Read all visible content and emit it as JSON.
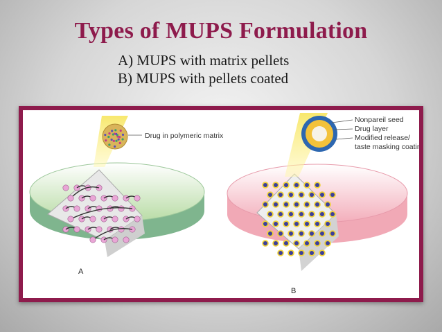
{
  "slide": {
    "title": "Types of MUPS Formulation",
    "subtitle_a": "A) MUPS with matrix pellets",
    "subtitle_b": "B) MUPS with pellets coated"
  },
  "diagram": {
    "panel_a": {
      "letter": "A",
      "callout": "Drug in polymeric matrix",
      "colors": {
        "disc_top": "#d6eac2",
        "disc_side": "#7fb58e",
        "pellet": "#e9a6d6",
        "matrix": "#333333"
      }
    },
    "panel_b": {
      "letter": "B",
      "callouts": [
        "Nonpareil seed",
        "Drug layer",
        "Modified release/",
        "taste masking coating"
      ],
      "colors": {
        "disc_top": "#f7c7cf",
        "disc_side": "#f1a9b6",
        "pellet": "#3b3f9e",
        "coat": "#f0d23a"
      }
    }
  }
}
